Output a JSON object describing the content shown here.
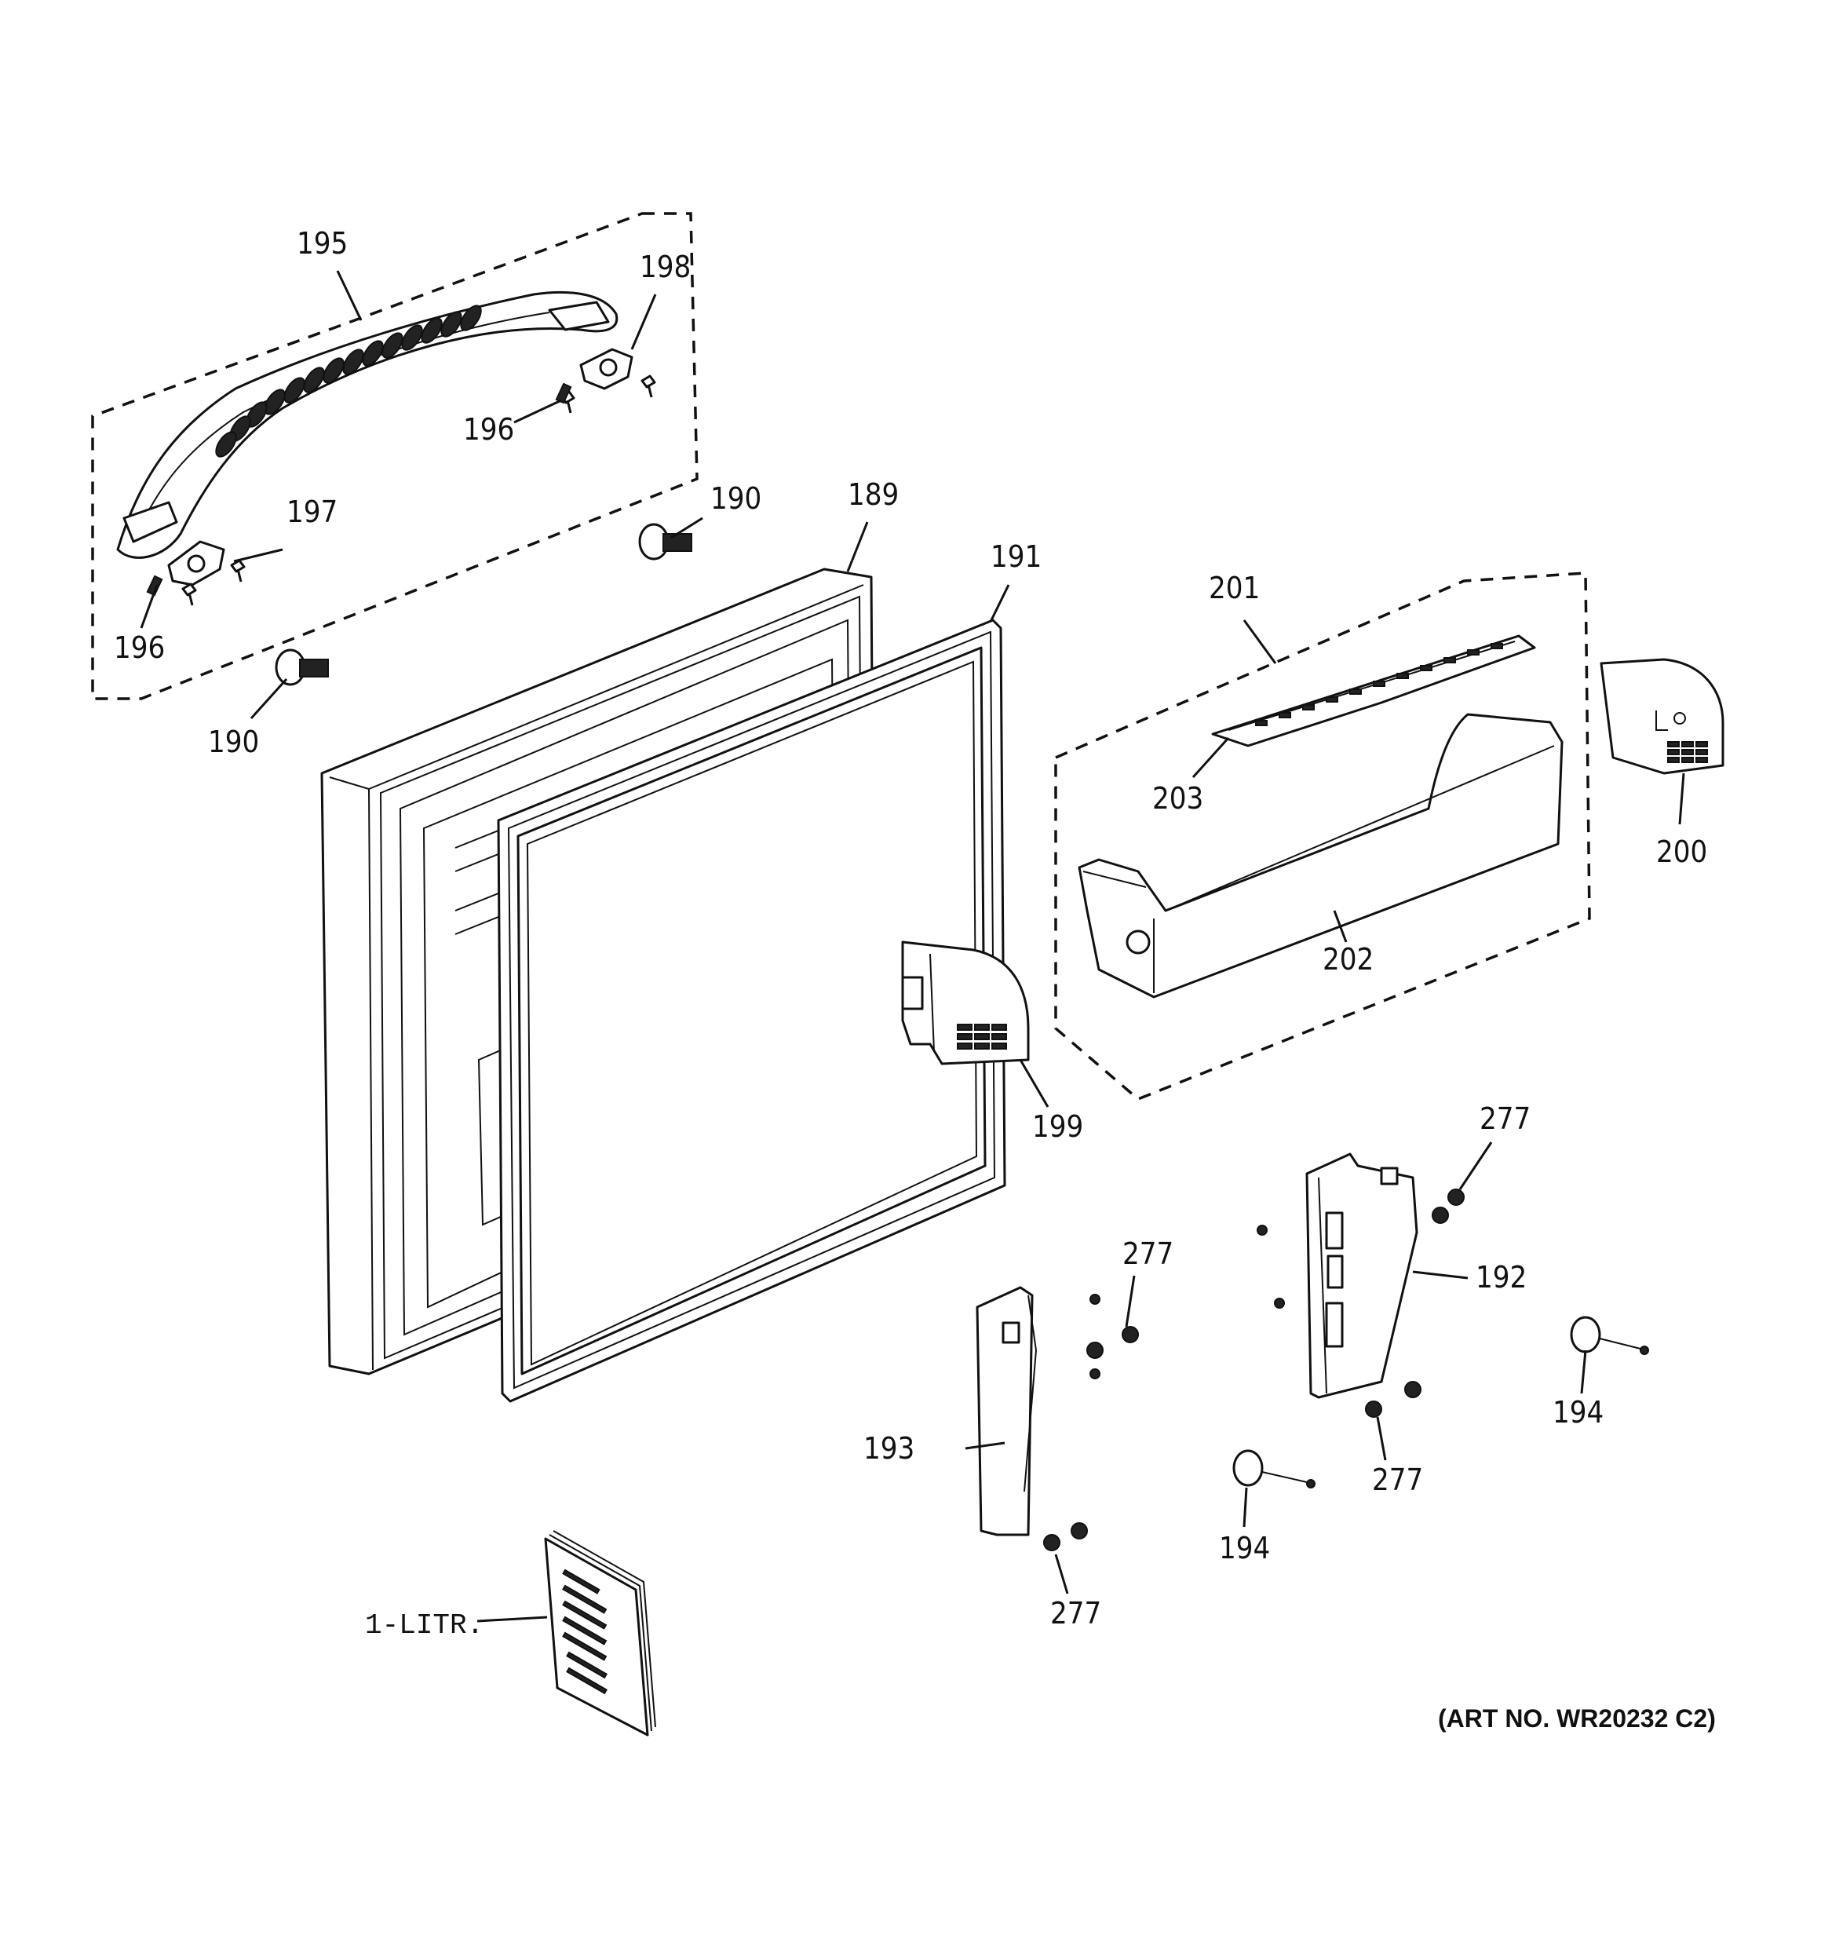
{
  "labels": {
    "l195": "195",
    "l198": "198",
    "l196a": "196",
    "l197": "197",
    "l196b": "196",
    "l190a": "190",
    "l189": "189",
    "l191": "191",
    "l190b": "190",
    "l201": "201",
    "l203": "203",
    "l200": "200",
    "l202": "202",
    "l199": "199",
    "l277a": "277",
    "l192": "192",
    "l277b": "277",
    "l194a": "194",
    "l193": "193",
    "l277c": "277",
    "l194b": "194",
    "l277d": "277",
    "l1litr": "1-LITR."
  },
  "art_number": "(ART NO. WR20232 C2)"
}
